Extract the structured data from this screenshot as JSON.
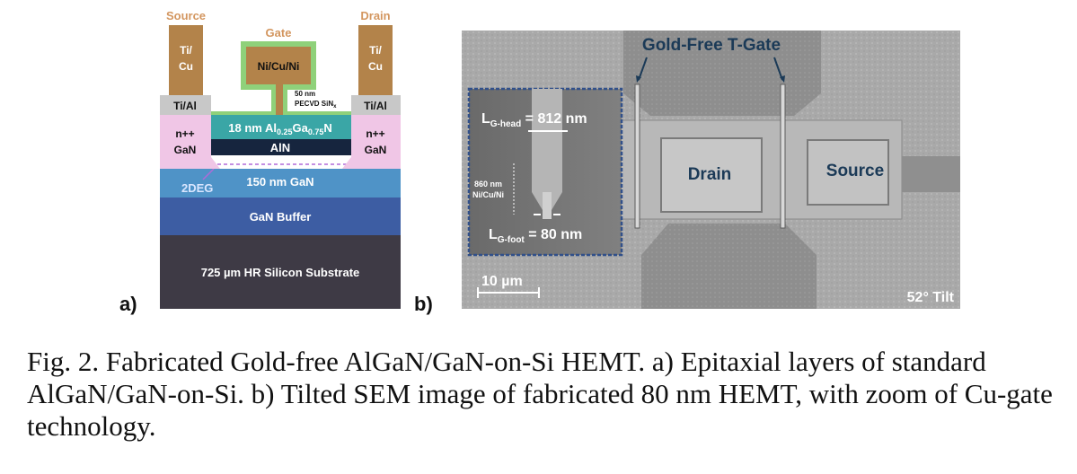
{
  "figure": {
    "panel_a": {
      "label": "a)",
      "source_label": "Source",
      "drain_label": "Drain",
      "gate_label": "Gate",
      "source_contact": [
        "Ti/",
        "Cu"
      ],
      "drain_contact": [
        "Ti/",
        "Cu"
      ],
      "gate_metal": "Ni/Cu/Ni",
      "ohmic_left": "Ti/Al",
      "ohmic_right": "Ti/Al",
      "passivation": [
        "50 nm",
        "PECVD SiN"
      ],
      "passivation_sub": "x",
      "regrowth_left": [
        "n++",
        "GaN"
      ],
      "regrowth_right": [
        "n++",
        "GaN"
      ],
      "barrier": {
        "pre": "18 nm Al",
        "sub1": "0.25",
        "mid": "Ga",
        "sub2": "0.75",
        "post": "N"
      },
      "interlayer": "AlN",
      "channel_layer": "150 nm GaN",
      "twodeg": "2DEG",
      "buffer": "GaN Buffer",
      "substrate": "725 µm HR Silicon Substrate"
    },
    "panel_b": {
      "label": "b)",
      "title": "Gold-Free T-Gate",
      "drain_label": "Drain",
      "source_label": "Source",
      "scale_bar": "10 µm",
      "tilt": "52° Tilt",
      "inset": {
        "head_main": "L",
        "head_sub": "G-head",
        "head_value": " = 812 nm",
        "height": [
          "860 nm",
          "Ni/Cu/Ni"
        ],
        "foot_main": "L",
        "foot_sub": "G-foot",
        "foot_value": " = 80 nm"
      }
    }
  },
  "caption": {
    "text": "Fig. 2.  Fabricated Gold-free AlGaN/GaN-on-Si HEMT. a) Epitaxial layers of standard AlGaN/GaN-on-Si. b) Tilted SEM image of fabricated 80 nm HEMT, with zoom of Cu-gate technology."
  },
  "colors": {
    "contact_metal": "#b3834a",
    "gate_outline": "#8fd17a",
    "ohmic": "#c8c8c8",
    "n_plus": "#f0c6e6",
    "barrier": "#3aa6a6",
    "interlayer": "#16253e",
    "gan": "#4f93c7",
    "buffer": "#3d5da3",
    "substrate": "#3e3a45",
    "label_orange": "#d3965f",
    "sem_text": "#1b3a57"
  }
}
